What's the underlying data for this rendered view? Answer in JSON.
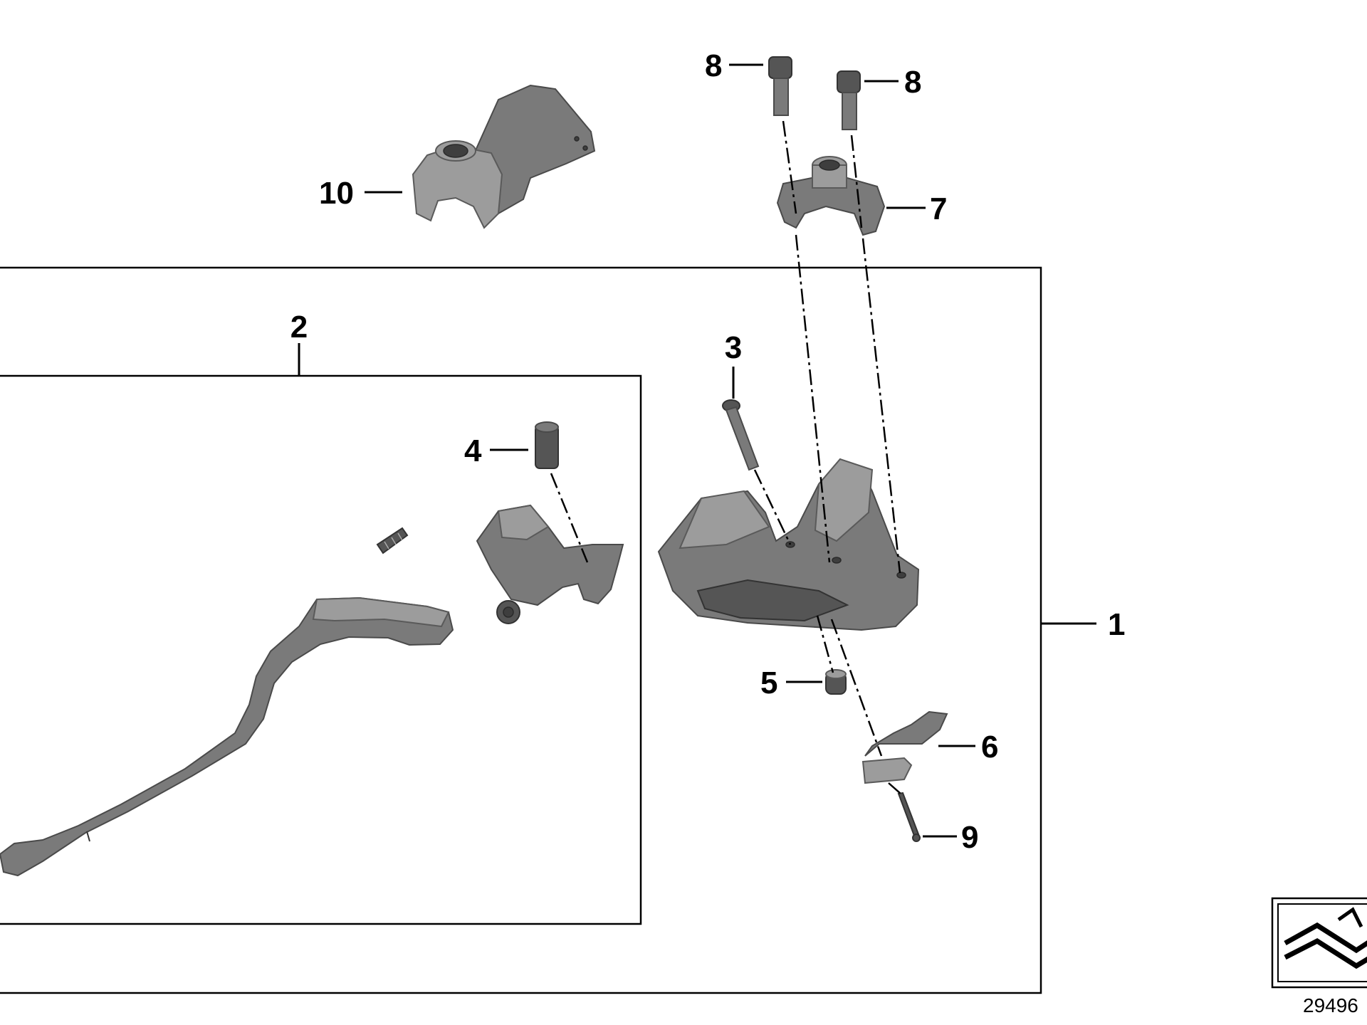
{
  "callouts": {
    "c1": "1",
    "c2": "2",
    "c3": "3",
    "c4": "4",
    "c5": "5",
    "c6": "6",
    "c7": "7",
    "c8a": "8",
    "c8b": "8",
    "c9": "9",
    "c10": "10"
  },
  "drawing_code": "29496",
  "colors": {
    "part": "#7a7a7a",
    "outline": "#000000",
    "background": "#ffffff"
  }
}
